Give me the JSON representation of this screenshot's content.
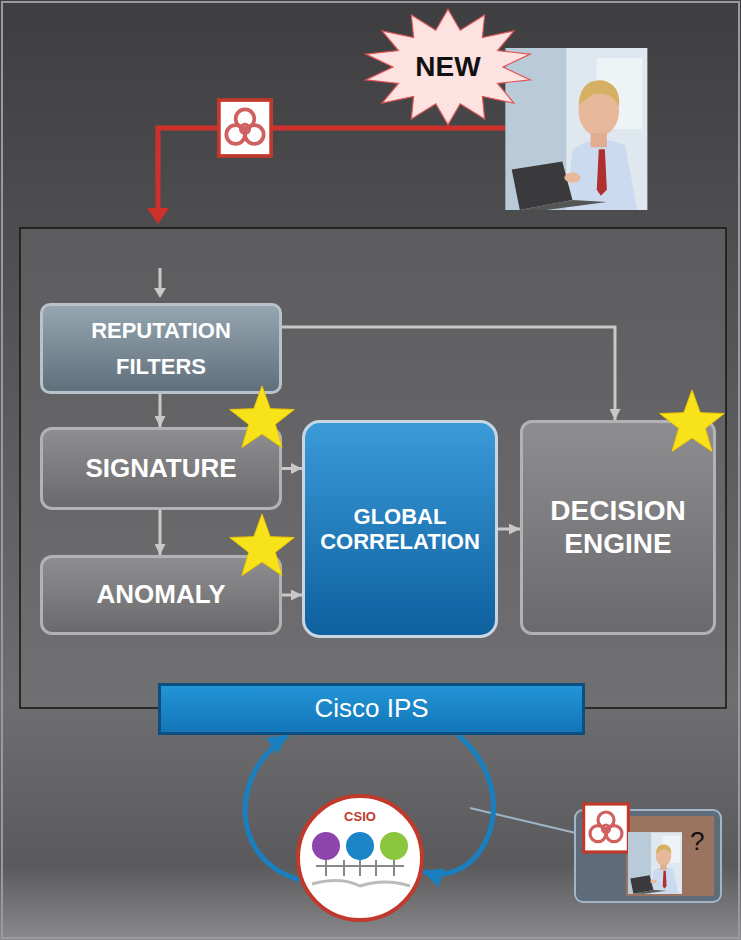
{
  "diagram": {
    "nodes": [
      {
        "text": [
          "NEW"
        ]
      },
      {
        "text": [
          "REPUTATION FILTERS"
        ]
      },
      {
        "text": [
          "SIGNATURE"
        ]
      },
      {
        "text": [
          "ANOMALY"
        ]
      },
      {
        "text": [
          "GLOBAL CORRELATION"
        ]
      },
      {
        "text": [
          "DECISION ENGINE"
        ]
      },
      {
        "text": [
          "Cisco IPS"
        ]
      },
      {
        "text": [
          "CSIO"
        ]
      }
    ],
    "edges": [
      {
        "from": 1,
        "to": 2,
        "arrow": "to"
      },
      {
        "from": 2,
        "to": 3,
        "arrow": "to"
      },
      {
        "from": 2,
        "to": 4,
        "arrow": "to"
      },
      {
        "from": 3,
        "to": 4,
        "arrow": "to"
      },
      {
        "from": 4,
        "to": 5,
        "arrow": "to"
      },
      {
        "from": 1,
        "to": 5,
        "arrow": "to"
      },
      {
        "from": 6,
        "to": 7,
        "arrow": "to"
      },
      {
        "from": 7,
        "to": 6,
        "arrow": "to"
      }
    ],
    "labels": [
      "?"
    ]
  }
}
